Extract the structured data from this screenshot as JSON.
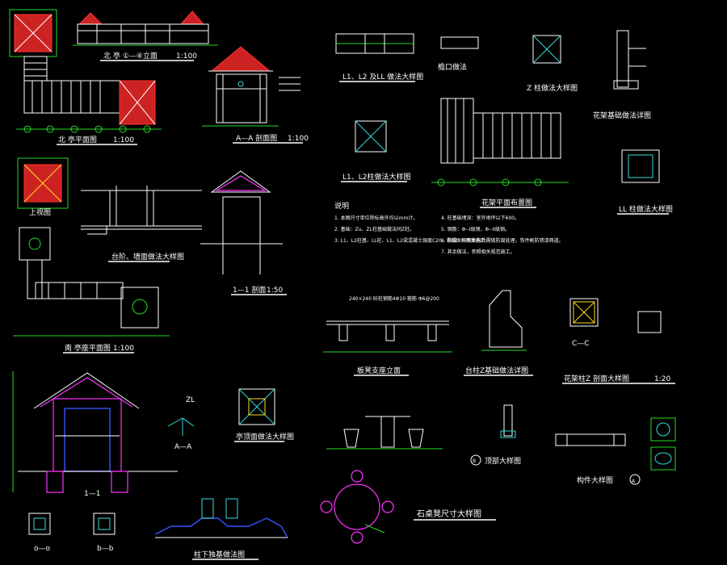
{
  "colors": {
    "background": "#000000",
    "text": "#ffffff",
    "dimension": "#22dd22",
    "structure": "#ff33ff",
    "roof": "#cc2222",
    "detail": "#33dddd",
    "foundation": "#3355ff"
  },
  "drawings": {
    "elevation_north": {
      "title": "北  亭  ①—④立面",
      "scale": "1:100"
    },
    "plan_north": {
      "title": "北  亭平面图",
      "scale": "1:100"
    },
    "section_aa": {
      "title": "A—A 剖面图",
      "scale": "1:100"
    },
    "roof_plan": {
      "title": "上视图"
    },
    "wall_detail": {
      "title": "台阶、墙面做法大样图"
    },
    "section_11_top": {
      "title": "1—1 剖面",
      "scale": "1:50"
    },
    "plan_south": {
      "title": "南  亭座平面图",
      "scale": "1:100"
    },
    "section_11_bottom": {
      "title": "1—1"
    },
    "beam_section": {
      "title": "A—A",
      "label": "ZL"
    },
    "roof_detail": {
      "title": "亭顶面做法大样图"
    },
    "col_oo": {
      "title": "o—o"
    },
    "col_bb": {
      "title": "b—b"
    },
    "foundation": {
      "title": "柱下独基做法图"
    },
    "beam_detail_l1l2": {
      "title": "L1、L2 及LL 做法大样图"
    },
    "dim_section": {
      "title": "檐口做法"
    },
    "z_column": {
      "title": "Z 柱做法大样图"
    },
    "retaining_wall": {
      "title": "花架基础做法详图"
    },
    "pergola_plan": {
      "title": "花架平面布置图"
    },
    "l1l2_column": {
      "title": "L1、L2柱做法大样图"
    },
    "ll_detail": {
      "title": "LL 柱做法大样图"
    },
    "notes": {
      "title": "说明",
      "left": [
        "1. 本图尺寸单位除标高外均以mm计。",
        "2. 基础：Zu、ZL柱基础做法同Z柱。",
        "3. L1、L2柱基、LL柱、L1、L2梁混凝土强度C20，参照国标图集施工。"
      ],
      "right": [
        "4. 柱基础埋深：室外地坪以下600。",
        "5. 钢筋：Φ--I级钢，Φ--II级钢。",
        "6. 防腐：所有木构件需做防腐处理，铁件刷防锈漆两道。",
        "7. 其余做法，参照相关规范施工。"
      ]
    },
    "bench_elevation": {
      "title": "板凳支座立面",
      "note": "240×240 砼柱钢筋4Φ10 箍筋 Φ6@200"
    },
    "pillar_footing": {
      "title": "台柱Z基础做法详图"
    },
    "pergola_pillar_section": {
      "title": "花架柱Z 剖面大样图",
      "scale": "1:20",
      "label": "C—C"
    },
    "pergola_top": {
      "title": "顶部大样图",
      "label": "B"
    },
    "table_elevation": {},
    "parts_detail": {
      "title": "构件大样图",
      "label": "A"
    },
    "stone_table": {
      "title": "石桌凳尺寸大样图"
    }
  }
}
